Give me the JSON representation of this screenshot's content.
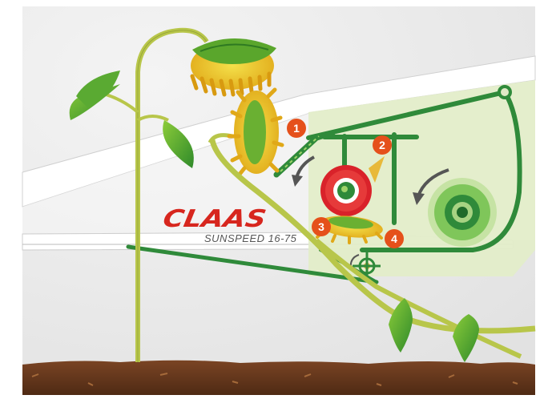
{
  "brand": {
    "logo": "CLAAS",
    "model": "SUNSPEED 16-75",
    "logo_color": "#d7261e"
  },
  "callouts": [
    {
      "number": "1"
    },
    {
      "number": "2"
    },
    {
      "number": "3"
    },
    {
      "number": "4"
    }
  ],
  "colors": {
    "badge": "#e5501b",
    "rotor_red": "#d9222a",
    "frame_green": "#2f8a3a",
    "panel_green": "#e6efcf",
    "stem": "#b8c64a",
    "soil": "#6b3a1e",
    "background": "#eaeaea"
  },
  "icons": {
    "arrows": "rotation-arrow-icon",
    "flower": "sunflower-icon",
    "leaf": "leaf-icon"
  }
}
